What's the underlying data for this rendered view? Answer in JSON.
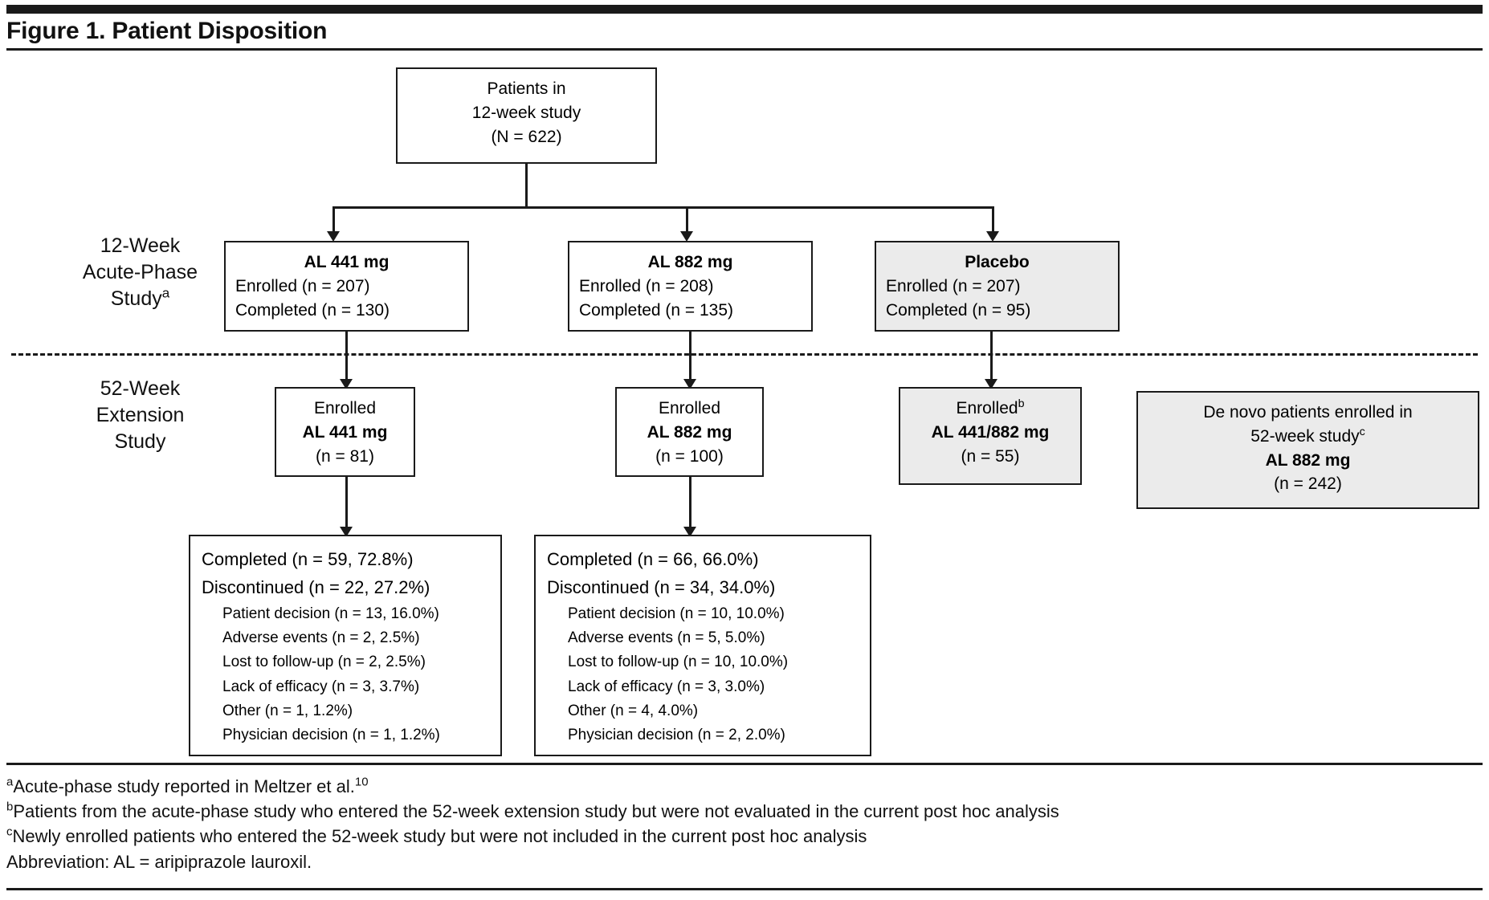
{
  "figure": {
    "title": "Figure 1. Patient Disposition"
  },
  "stages": [
    {
      "id": "acute",
      "label_lines": [
        "12-Week",
        "Acute-Phase",
        "Study"
      ],
      "superscript": "a"
    },
    {
      "id": "extension",
      "label_lines": [
        "52-Week",
        "Extension",
        "Study"
      ],
      "superscript": ""
    }
  ],
  "top_node": {
    "line1": "Patients in",
    "line2": "12-week study",
    "line3": "(N = 622)"
  },
  "acute_arms": [
    {
      "id": "al441",
      "title": "AL 441 mg",
      "enrolled": "Enrolled (n = 207)",
      "completed": "Completed (n = 130)",
      "shaded": false
    },
    {
      "id": "al882",
      "title": "AL 882 mg",
      "enrolled": "Enrolled (n = 208)",
      "completed": "Completed (n = 135)",
      "shaded": false
    },
    {
      "id": "placebo",
      "title": "Placebo",
      "enrolled": "Enrolled (n = 207)",
      "completed": "Completed (n = 95)",
      "shaded": true
    }
  ],
  "extension_arms": [
    {
      "id": "ext441",
      "line1": "Enrolled",
      "superscript": "",
      "dose": "AL 441 mg",
      "n": "(n = 81)",
      "shaded": false
    },
    {
      "id": "ext882",
      "line1": "Enrolled",
      "superscript": "",
      "dose": "AL 882 mg",
      "n": "(n = 100)",
      "shaded": false
    },
    {
      "id": "extplacebo",
      "line1": "Enrolled",
      "superscript": "b",
      "dose": "AL 441/882 mg",
      "n": "(n = 55)",
      "shaded": true
    }
  ],
  "de_novo": {
    "line1": "De novo patients enrolled in",
    "line2": "52-week study",
    "superscript": "c",
    "dose": "AL 882 mg",
    "n": "(n = 242)",
    "shaded": true
  },
  "outcomes": [
    {
      "id": "outcome441",
      "completed": "Completed  (n = 59, 72.8%)",
      "discontinued": "Discontinued (n = 22, 27.2%)",
      "reasons": [
        "Patient decision (n = 13, 16.0%)",
        "Adverse events (n = 2, 2.5%)",
        "Lost to follow-up (n = 2, 2.5%)",
        "Lack of efficacy (n = 3, 3.7%)",
        "Other (n = 1, 1.2%)",
        "Physician decision (n = 1, 1.2%)"
      ]
    },
    {
      "id": "outcome882",
      "completed": "Completed  (n = 66, 66.0%)",
      "discontinued": "Discontinued (n = 34, 34.0%)",
      "reasons": [
        "Patient decision (n = 10, 10.0%)",
        "Adverse events (n = 5, 5.0%)",
        "Lost to follow-up (n = 10, 10.0%)",
        "Lack of efficacy (n = 3, 3.0%)",
        "Other (n = 4, 4.0%)",
        "Physician decision (n = 2, 2.0%)"
      ]
    }
  ],
  "footnotes": [
    {
      "marker": "a",
      "text": "Acute-phase study reported in Meltzer et al.",
      "reference": "10"
    },
    {
      "marker": "b",
      "text": "Patients from the acute-phase study who entered the 52-week extension study but were not evaluated in the current post hoc analysis",
      "reference": ""
    },
    {
      "marker": "c",
      "text": "Newly enrolled patients who entered the 52-week study but were not included in the current post hoc analysis",
      "reference": ""
    }
  ],
  "abbreviation": "Abbreviation: AL = aripiprazole lauroxil.",
  "colors": {
    "ink": "#1a1a1a",
    "shade": "#ebebeb",
    "page": "#ffffff"
  }
}
